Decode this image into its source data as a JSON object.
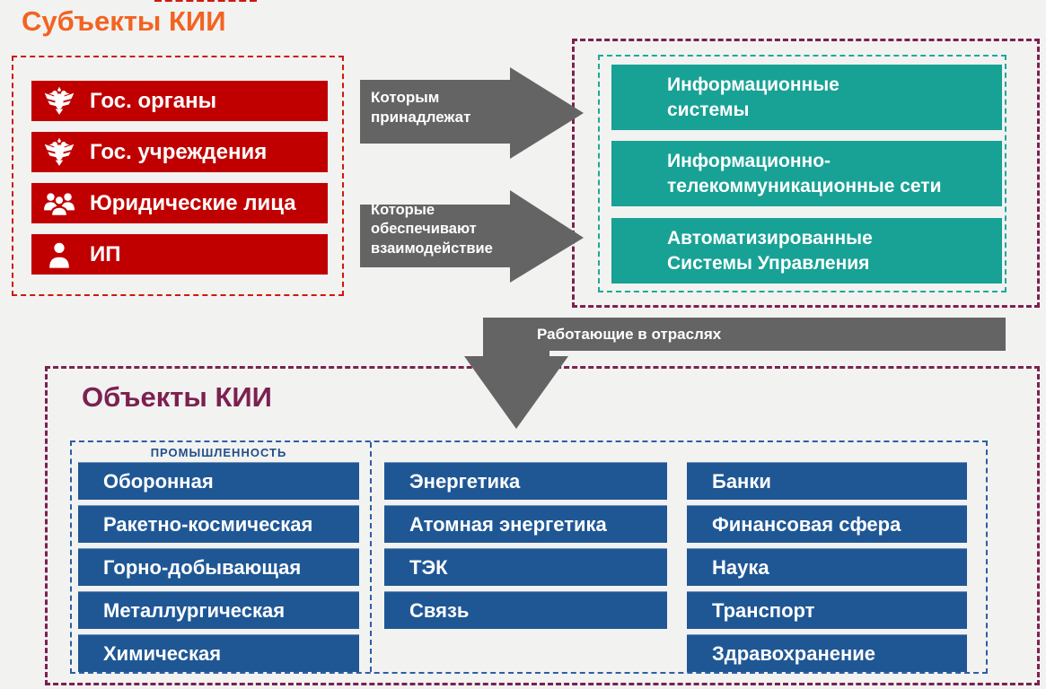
{
  "titles": {
    "subjects": "Субъекты КИИ",
    "objects": "Объекты КИИ"
  },
  "subjects": {
    "items": [
      {
        "label": "Гос. органы",
        "icon": "russia-coat-of-arms"
      },
      {
        "label": "Гос. учреждения",
        "icon": "russia-coat-of-arms"
      },
      {
        "label": "Юридические лица",
        "icon": "users-group"
      },
      {
        "label": "ИП",
        "icon": "person"
      }
    ]
  },
  "arrows": {
    "belong": {
      "label": "Которым\nпринадлежат",
      "direction": "right"
    },
    "interact": {
      "label": "Которые\nобеспечивают\nвзаимодействие",
      "direction": "right"
    },
    "industries": {
      "label": "Работающие в отраслях",
      "direction": "down"
    }
  },
  "targets": {
    "items": [
      {
        "label": "Информационные\nсистемы"
      },
      {
        "label": "Информационно-\nтелекоммуникационные сети"
      },
      {
        "label": "Автоматизированные\nСистемы Управления"
      }
    ]
  },
  "industries": {
    "group_label": "ПРОМЫШЛЕННОСТЬ",
    "col1": [
      "Оборонная",
      "Ракетно-космическая",
      "Горно-добывающая",
      "Металлургическая",
      "Химическая"
    ],
    "col2": [
      "Энергетика",
      "Атомная энергетика",
      "ТЭК",
      "Связь"
    ],
    "col3": [
      "Банки",
      "Финансовая сфера",
      "Наука",
      "Транспорт",
      "Здравохранение"
    ]
  },
  "colors": {
    "background": "#F2F2F1",
    "accent_orange": "#F26321",
    "accent_maroon": "#7B2150",
    "bar_red": "#C00000",
    "border_red": "#CC1A0E",
    "bar_teal": "#17A295",
    "border_teal": "#1BA99C",
    "bar_blue": "#1F5795",
    "border_blue": "#2B5EA7",
    "arrow_gray": "#646464",
    "label_blue": "#1F4E8C",
    "text_white": "#FFFFFF"
  }
}
